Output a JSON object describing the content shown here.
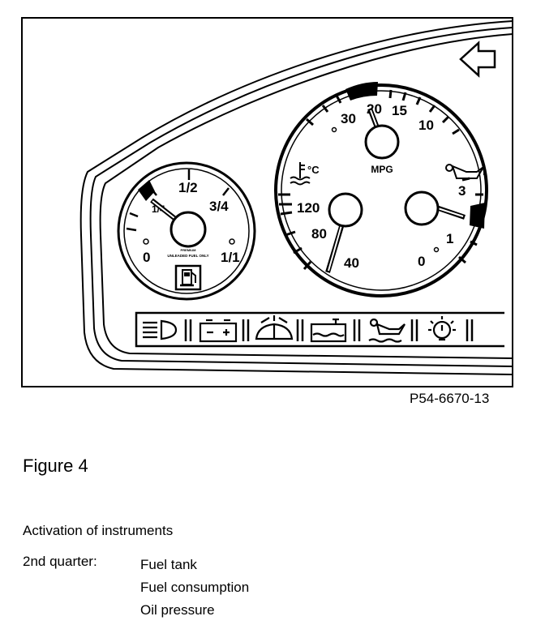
{
  "figure_ref": "P54-6670-13",
  "figure_title": "Figure 4",
  "caption": "Activation of instruments",
  "quarter_label": "2nd quarter:",
  "quarter_items": [
    "Fuel tank",
    "Fuel consumption",
    "Oil pressure"
  ],
  "fuel_gauge": {
    "ticks": [
      "0",
      "1/4",
      "1/2",
      "3/4",
      "1/1"
    ],
    "small_text": [
      "PREMIUM",
      "UNLEADED FUEL ONLY"
    ],
    "icon": "fuel-pump-icon"
  },
  "mpg_gauge": {
    "unit": "MPG",
    "ticks": [
      "30",
      "20",
      "15",
      "10"
    ]
  },
  "temp_gauge": {
    "unit": "°C",
    "ticks": [
      "120",
      "80",
      "40"
    ],
    "icon": "coolant-temperature-icon"
  },
  "oil_gauge": {
    "ticks": [
      "3",
      "1",
      "0"
    ],
    "icon": "oil-can-icon"
  },
  "warning_icons": [
    "headlight-icon",
    "battery-icon",
    "washer-fluid-icon",
    "coolant-level-icon",
    "oil-level-icon",
    "bulb-failure-icon"
  ]
}
